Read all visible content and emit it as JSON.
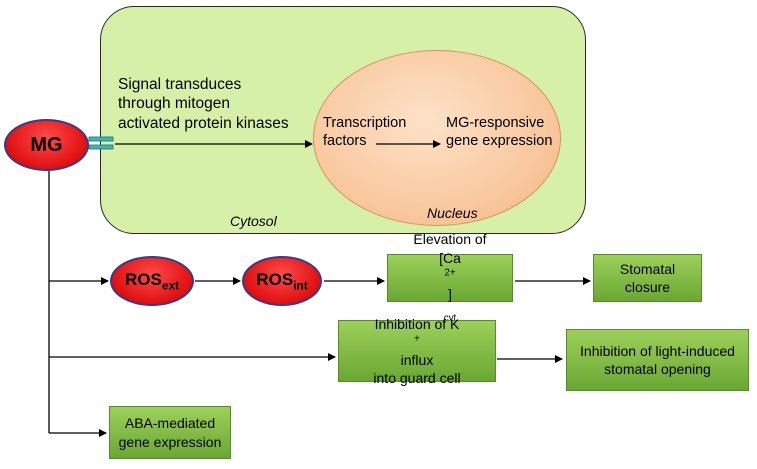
{
  "cytosol": {
    "label": "Cytosol",
    "signal_lines": [
      "Signal transduces",
      "through mitogen",
      "activated protein kinases"
    ]
  },
  "nucleus": {
    "label": "Nucleus",
    "tf_lines": [
      "Transcription",
      "factors"
    ],
    "mg_lines": [
      "MG-responsive",
      "gene expression"
    ]
  },
  "mg": {
    "label": "MG"
  },
  "ros_ext": {
    "base": "ROS",
    "sub": "ext"
  },
  "ros_int": {
    "base": "ROS",
    "sub": "int"
  },
  "elevation": {
    "line1": "Elevation of",
    "open": "[Ca",
    "sup": "2+",
    "close": "]",
    "sub": "cyt"
  },
  "stomatal_closure": {
    "line1": "Stomatal",
    "line2": "closure"
  },
  "k_inhibition": {
    "pre": "Inhibition of K",
    "sup": "+",
    "post": " influx",
    "line2": "into guard cell"
  },
  "light_inhibition": {
    "line1": "Inhibition of light-induced",
    "line2": "stomatal opening"
  },
  "aba": {
    "line1": "ABA-mediated",
    "line2": "gene expression"
  },
  "colors": {
    "cytosol_fill": "#d7f0a8",
    "nucleus_fill": "#f9c9a0",
    "oval_fill": "#e01010",
    "box_fill": "#7ab83f",
    "receptor": "#2a8a8a"
  }
}
